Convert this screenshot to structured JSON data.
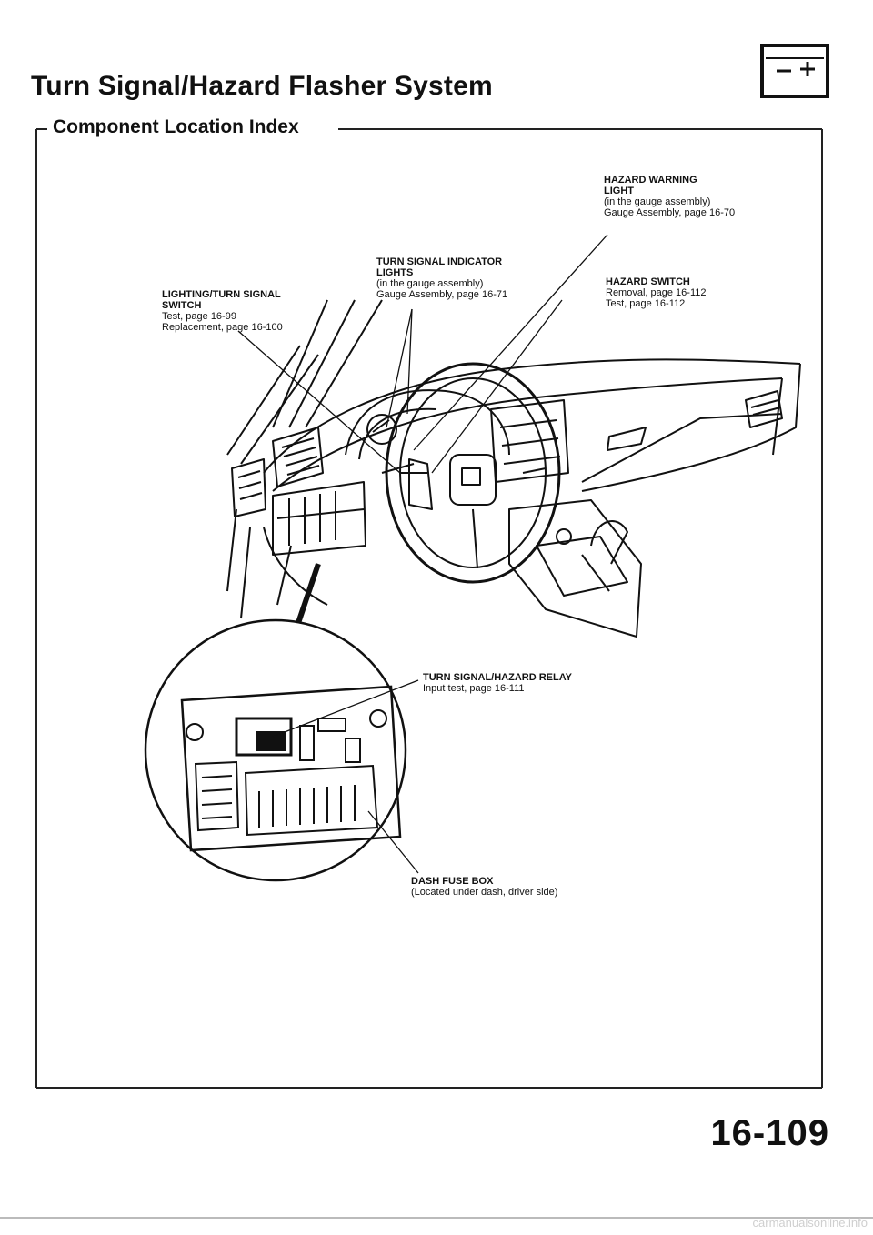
{
  "header": {
    "title": "Turn Signal/Hazard Flasher System",
    "subtitle": "Component Location Index"
  },
  "battery_icon": {
    "minus": "–",
    "plus": "+"
  },
  "labels": {
    "hazard_warning_light": {
      "heading": [
        "HAZARD WARNING",
        "LIGHT"
      ],
      "lines": [
        "(in the gauge assembly)",
        "Gauge Assembly, page 16-70"
      ]
    },
    "turn_signal_indicator": {
      "heading": [
        "TURN SIGNAL INDICATOR",
        "LIGHTS"
      ],
      "lines": [
        "(in the gauge assembly)",
        "Gauge Assembly, page 16-71"
      ]
    },
    "hazard_switch": {
      "heading": [
        "HAZARD SWITCH"
      ],
      "lines": [
        "Removal, page 16-112",
        "Test, page 16-112"
      ]
    },
    "lighting_turn_signal_switch": {
      "heading": [
        "LIGHTING/TURN SIGNAL",
        "SWITCH"
      ],
      "lines": [
        "Test, page 16-99",
        "Replacement, page 16-100"
      ]
    },
    "relay": {
      "heading": [
        "TURN SIGNAL/HAZARD RELAY"
      ],
      "lines": [
        "Input test, page 16-111"
      ]
    },
    "dash_fuse_box": {
      "heading": [
        "DASH FUSE BOX"
      ],
      "lines": [
        "(Located under dash, driver side)"
      ]
    }
  },
  "page_number": "16-109",
  "watermark": "carmanualsonline.info"
}
